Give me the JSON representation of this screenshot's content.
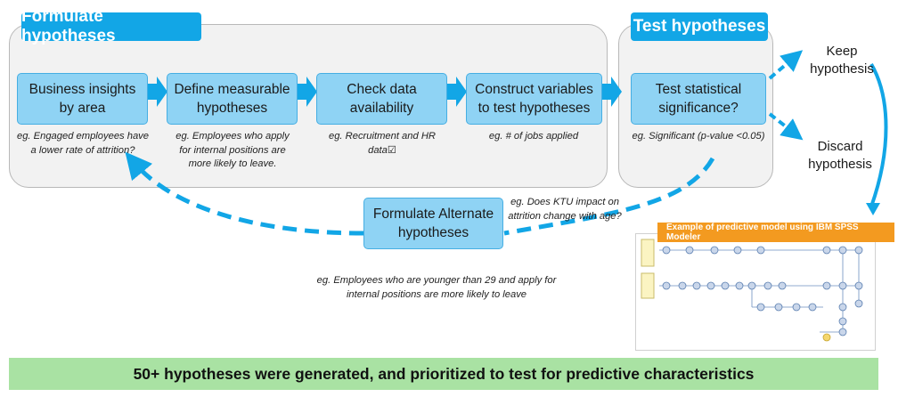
{
  "sections": {
    "formulate_title": "Formulate hypotheses",
    "test_title": "Test hypotheses"
  },
  "steps": {
    "business": "Business insights\nby area",
    "define": "Define measurable\nhypotheses",
    "check": "Check data\navailability",
    "construct": "Construct variables\nto test hypotheses",
    "test": "Test statistical\nsignificance?",
    "alternate": "Formulate Alternate\nhypotheses"
  },
  "notes": {
    "business": "eg. Engaged employees have\na lower rate of attrition?",
    "define": "eg. Employees who apply\nfor internal positions are\nmore likely to leave.",
    "check": "eg. Recruitment and HR\ndata☑",
    "construct": "eg. # of jobs applied",
    "test": "eg. Significant (p-value <0.05)",
    "ktu": "eg. Does KTU impact on\nattrition change with age?",
    "alternate": "eg. Employees who are younger than 29 and apply for\ninternal positions are more likely to leave"
  },
  "outcomes": {
    "keep": "Keep\nhypothesis",
    "discard": "Discard\nhypothesis"
  },
  "spss": {
    "title": "Example of predictive model using  IBM SPSS Modeler"
  },
  "banner": "50+ hypotheses were generated, and prioritized to test for predictive characteristics",
  "colors": {
    "accent": "#12a6e6",
    "step_fill": "#8fd3f4",
    "panel": "#f2f2f2",
    "banner": "#a9e2a3",
    "spss_orange": "#f39a20"
  }
}
